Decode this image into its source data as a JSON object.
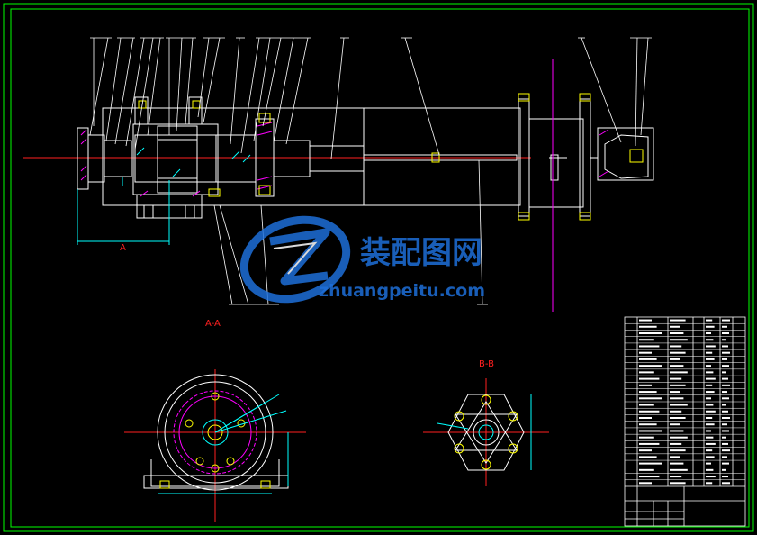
{
  "drawing": {
    "section_a_label": "A-A",
    "section_b_label": "B-B",
    "cut_marker_a": "A",
    "colors": {
      "background": "#000000",
      "border": "#00ff00",
      "outline": "#ffffff",
      "center_line": "#ff2020",
      "hatch": "#ff00ff",
      "dimension": "#00ffff",
      "bolt": "#ffff00",
      "watermark": "#1e6fd9"
    }
  },
  "watermark": {
    "brand_cn": "装配图网",
    "brand_url": "zhuangpeitu.com"
  }
}
